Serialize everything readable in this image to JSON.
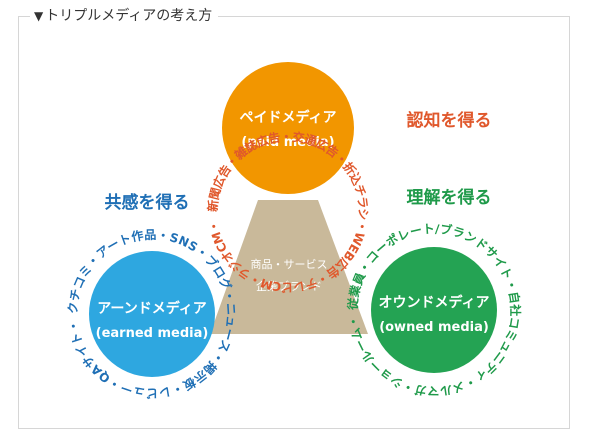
{
  "heading": {
    "marker": "▼",
    "text": "トリプルメディアの考え方"
  },
  "colors": {
    "paid": "#f29600",
    "earned": "#2ea7e0",
    "owned": "#24a353",
    "center": "#c9b99a",
    "paid_text": "#e0582c",
    "earned_text": "#1f6fb5",
    "owned_text": "#1f9a4a"
  },
  "center": {
    "line1": "商品・サービス",
    "line2": "企業ブランド"
  },
  "paid": {
    "title": "ペイドメディア",
    "subtitle": "(paid media)",
    "ring": "新聞広告・雑誌広告・交通広告・折込チラシ・WEB広告・テレビCM・ラジオCM・",
    "outcome": "認知を得る"
  },
  "earned": {
    "title": "アーンドメディア",
    "subtitle": "(earned media)",
    "ring": "クチコミ・アート作品・SNS・ブログ・ニュース・掲示板・レビュー・QAサイト・",
    "outcome": "共感を得る"
  },
  "owned": {
    "title": "オウンドメディア",
    "subtitle": "(owned media)",
    "ring": "従業員・コーポレート/ブランドサイト・自社コミュニティ・メルマガ・ショールーム・",
    "outcome": "理解を得る"
  }
}
